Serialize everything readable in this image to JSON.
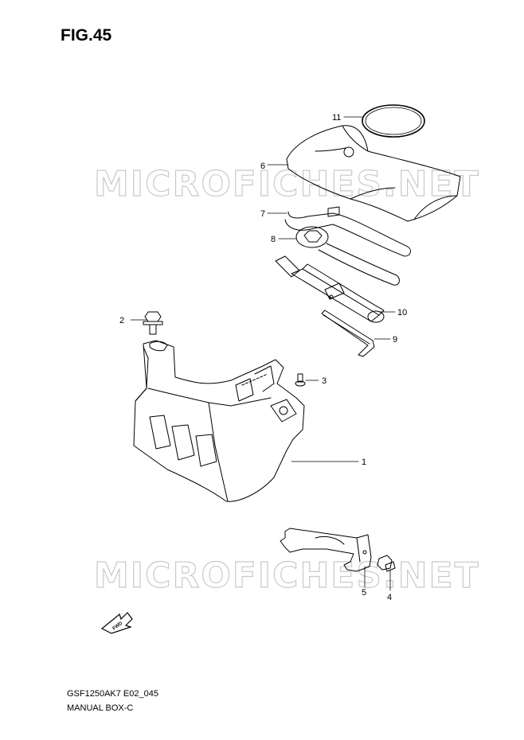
{
  "figure": {
    "title": "FIG.45",
    "code": "GSF1250AK7 E02_045",
    "name": "MANUAL BOX-C"
  },
  "watermark": {
    "text": "MICROFICHES.NET"
  },
  "fwd_label": "FWD",
  "callouts": [
    {
      "id": "1",
      "part": "manual-box"
    },
    {
      "id": "2",
      "part": "bolt-top"
    },
    {
      "id": "3",
      "part": "screw"
    },
    {
      "id": "4",
      "part": "bolt-bottom"
    },
    {
      "id": "5",
      "part": "bracket"
    },
    {
      "id": "6",
      "part": "tool-bag"
    },
    {
      "id": "7",
      "part": "hook-spanner"
    },
    {
      "id": "8",
      "part": "box-wrench"
    },
    {
      "id": "9",
      "part": "hex-key"
    },
    {
      "id": "10",
      "part": "socket-wrench"
    },
    {
      "id": "11",
      "part": "rubber-band"
    }
  ],
  "colors": {
    "line": "#000000",
    "watermark": "#c9c9c9",
    "background": "#ffffff"
  }
}
